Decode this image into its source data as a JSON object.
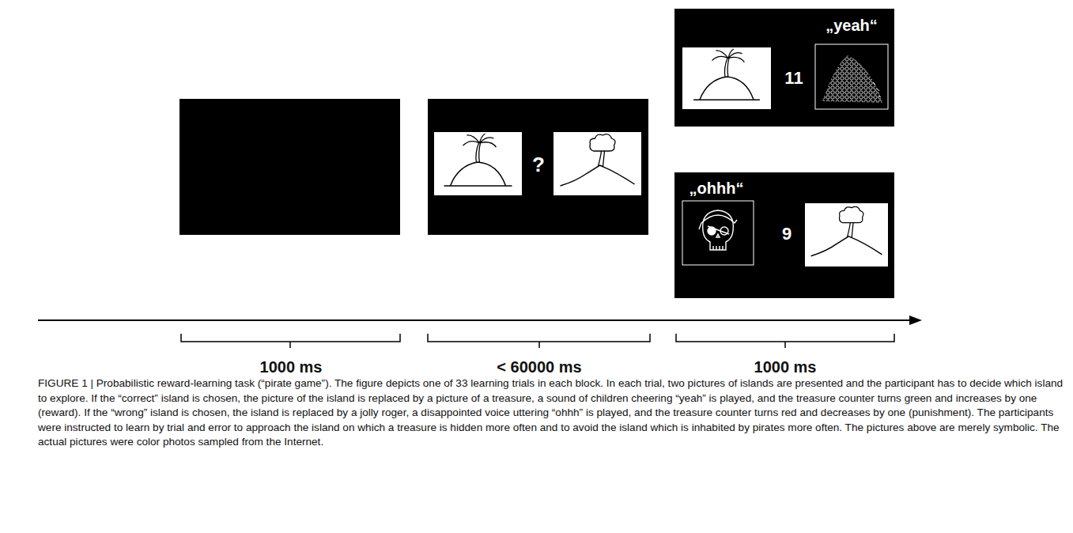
{
  "diagram": {
    "caption": "FIGURE 1 | Probabilistic reward-learning task (“pirate game”). The figure depicts one of 33 learning trials in each block. In each trial, two pictures of islands are presented and the participant has to decide which island to explore. If the “correct” island is chosen, the picture of the island is replaced by a picture of a treasure, a sound of children cheering “yeah” is played, and the treasure counter turns green and increases by one (reward). If the “wrong” island is chosen, the island is replaced by a jolly roger, a disappointed voice uttering “ohhh” is played, and the treasure counter turns red and decreases by one (punishment). The participants were instructed to learn by trial and error to approach the island on which a treasure is hidden more often and to avoid the island which is inhabited by pirates more often. The pictures above are merely symbolic. The actual pictures were color photos sampled from the Internet.",
    "nodes": [
      {
        "text": [
          "?"
        ]
      },
      {
        "text": [
          "„yeah“",
          "11"
        ]
      },
      {
        "text": [
          "„ohhh“",
          "9"
        ]
      }
    ],
    "labels": [
      "1000 ms",
      "< 60000 ms",
      "1000 ms"
    ]
  }
}
